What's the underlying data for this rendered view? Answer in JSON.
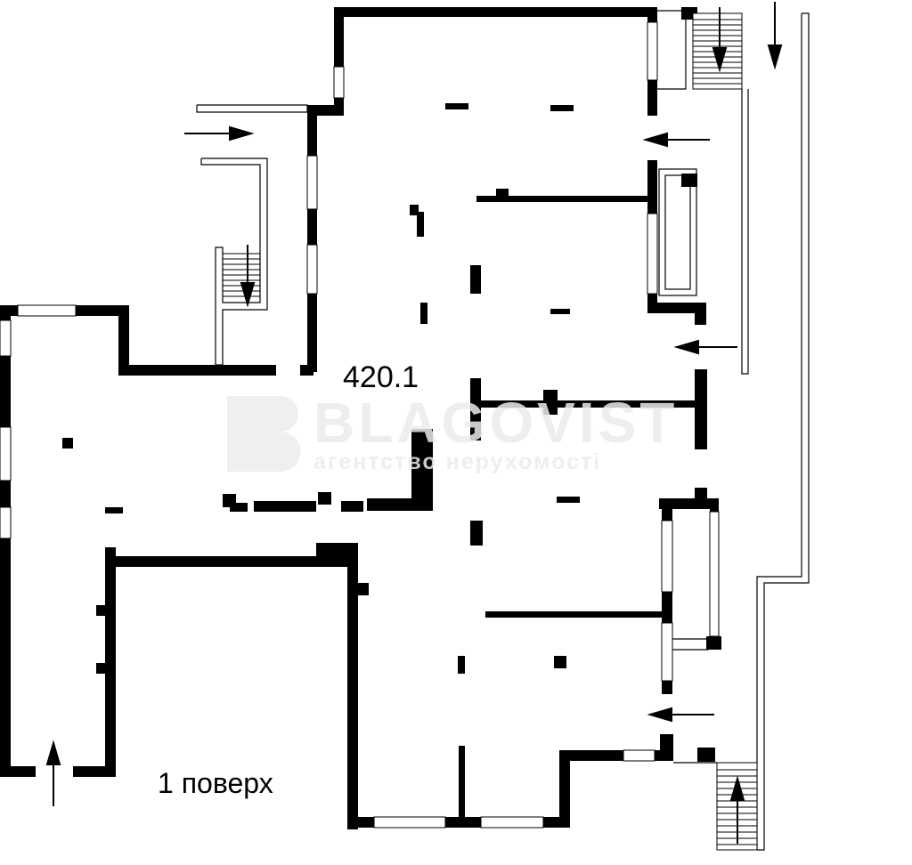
{
  "plan": {
    "area_label": "420.1",
    "floor_label": "1 поверх",
    "watermark": {
      "brand": "BLAGOVIST",
      "tagline": "агентство нерухомості"
    }
  },
  "colors": {
    "wall": "#000000",
    "window": "#ffffff",
    "watermark": "#ebebeb"
  }
}
